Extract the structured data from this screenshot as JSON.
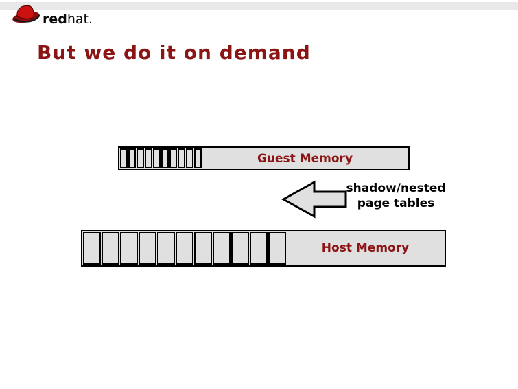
{
  "brand": {
    "logo_icon": "redhat-fedora-icon",
    "name_bold": "red",
    "name_rest": "hat."
  },
  "title": "But we do it on demand",
  "diagram": {
    "guest": {
      "label": "Guest Memory",
      "cell_count": 10
    },
    "arrow": {
      "direction": "left",
      "label_line1": "shadow/nested",
      "label_line2": "page tables"
    },
    "host": {
      "label": "Host Memory",
      "cell_count": 11
    }
  },
  "colors": {
    "accent-red": "#8b1414",
    "bar-fill": "#e0e0e0",
    "band-gray": "#e8e8e8",
    "logo-red": "#cc1111",
    "logo-dark-red": "#8f0d0d",
    "outline": "#000000"
  }
}
